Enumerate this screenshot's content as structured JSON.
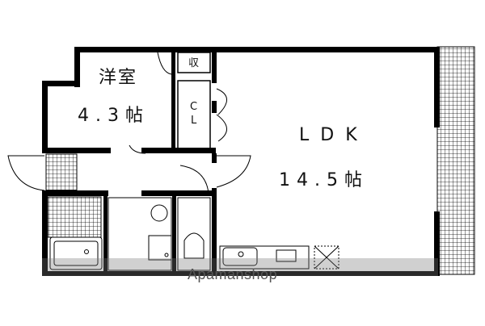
{
  "rooms": {
    "western_room": {
      "name": "洋室",
      "size": "4.3帖"
    },
    "storage": {
      "label": "収"
    },
    "closet": {
      "label_line1": "C",
      "label_line2": "L"
    },
    "ldk": {
      "name": "LDK",
      "size": "14.5帖"
    }
  },
  "watermark": "Apamanshop",
  "colors": {
    "wall": "#000000",
    "background": "#ffffff",
    "watermark": "#555555"
  }
}
